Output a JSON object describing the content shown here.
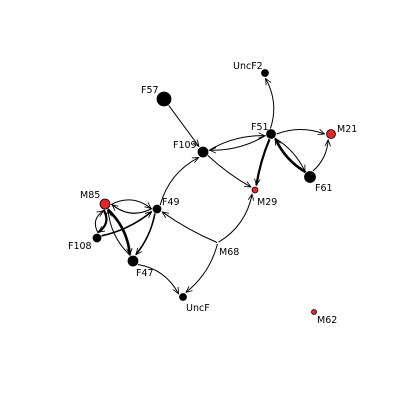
{
  "colors": {
    "black_node": "#000000",
    "red_node": "#e3262b",
    "edge": "#000000",
    "background": "#ffffff"
  },
  "nodes": [
    {
      "id": "UncF2",
      "label": "UncF2",
      "color": "black"
    },
    {
      "id": "F57",
      "label": "F57",
      "color": "black"
    },
    {
      "id": "F51",
      "label": "F51",
      "color": "black"
    },
    {
      "id": "M21",
      "label": "M21",
      "color": "red"
    },
    {
      "id": "F109",
      "label": "F109",
      "color": "black"
    },
    {
      "id": "F61",
      "label": "F61",
      "color": "black"
    },
    {
      "id": "M29",
      "label": "M29",
      "color": "red"
    },
    {
      "id": "M85",
      "label": "M85",
      "color": "red"
    },
    {
      "id": "F49",
      "label": "F49",
      "color": "black"
    },
    {
      "id": "F108",
      "label": "F108",
      "color": "black"
    },
    {
      "id": "F47",
      "label": "F47",
      "color": "black"
    },
    {
      "id": "M68",
      "label": "M68",
      "color": "none"
    },
    {
      "id": "UncF",
      "label": "UncF",
      "color": "black"
    },
    {
      "id": "M62",
      "label": "M62",
      "color": "red"
    }
  ],
  "edges": [
    {
      "from": "F51",
      "to": "UncF2"
    },
    {
      "from": "F57",
      "to": "F109"
    },
    {
      "from": "F51",
      "to": "M21"
    },
    {
      "from": "F61",
      "to": "M21"
    },
    {
      "from": "F51",
      "to": "F61"
    },
    {
      "from": "F61",
      "to": "F51"
    },
    {
      "from": "F51",
      "to": "M29"
    },
    {
      "from": "F109",
      "to": "F51"
    },
    {
      "from": "F51",
      "to": "F109"
    },
    {
      "from": "F109",
      "to": "M29"
    },
    {
      "from": "F49",
      "to": "F109"
    },
    {
      "from": "M68",
      "to": "M29"
    },
    {
      "from": "M68",
      "to": "UncF"
    },
    {
      "from": "M68",
      "to": "F49"
    },
    {
      "from": "M85",
      "to": "F49"
    },
    {
      "from": "F49",
      "to": "M85"
    },
    {
      "from": "M85",
      "to": "F47"
    },
    {
      "from": "F47",
      "to": "M85"
    },
    {
      "from": "F108",
      "to": "F49"
    },
    {
      "from": "F49",
      "to": "F47"
    },
    {
      "from": "F47",
      "to": "UncF"
    },
    {
      "from": "F108",
      "to": "M85"
    },
    {
      "from": "M85",
      "to": "F108"
    }
  ]
}
